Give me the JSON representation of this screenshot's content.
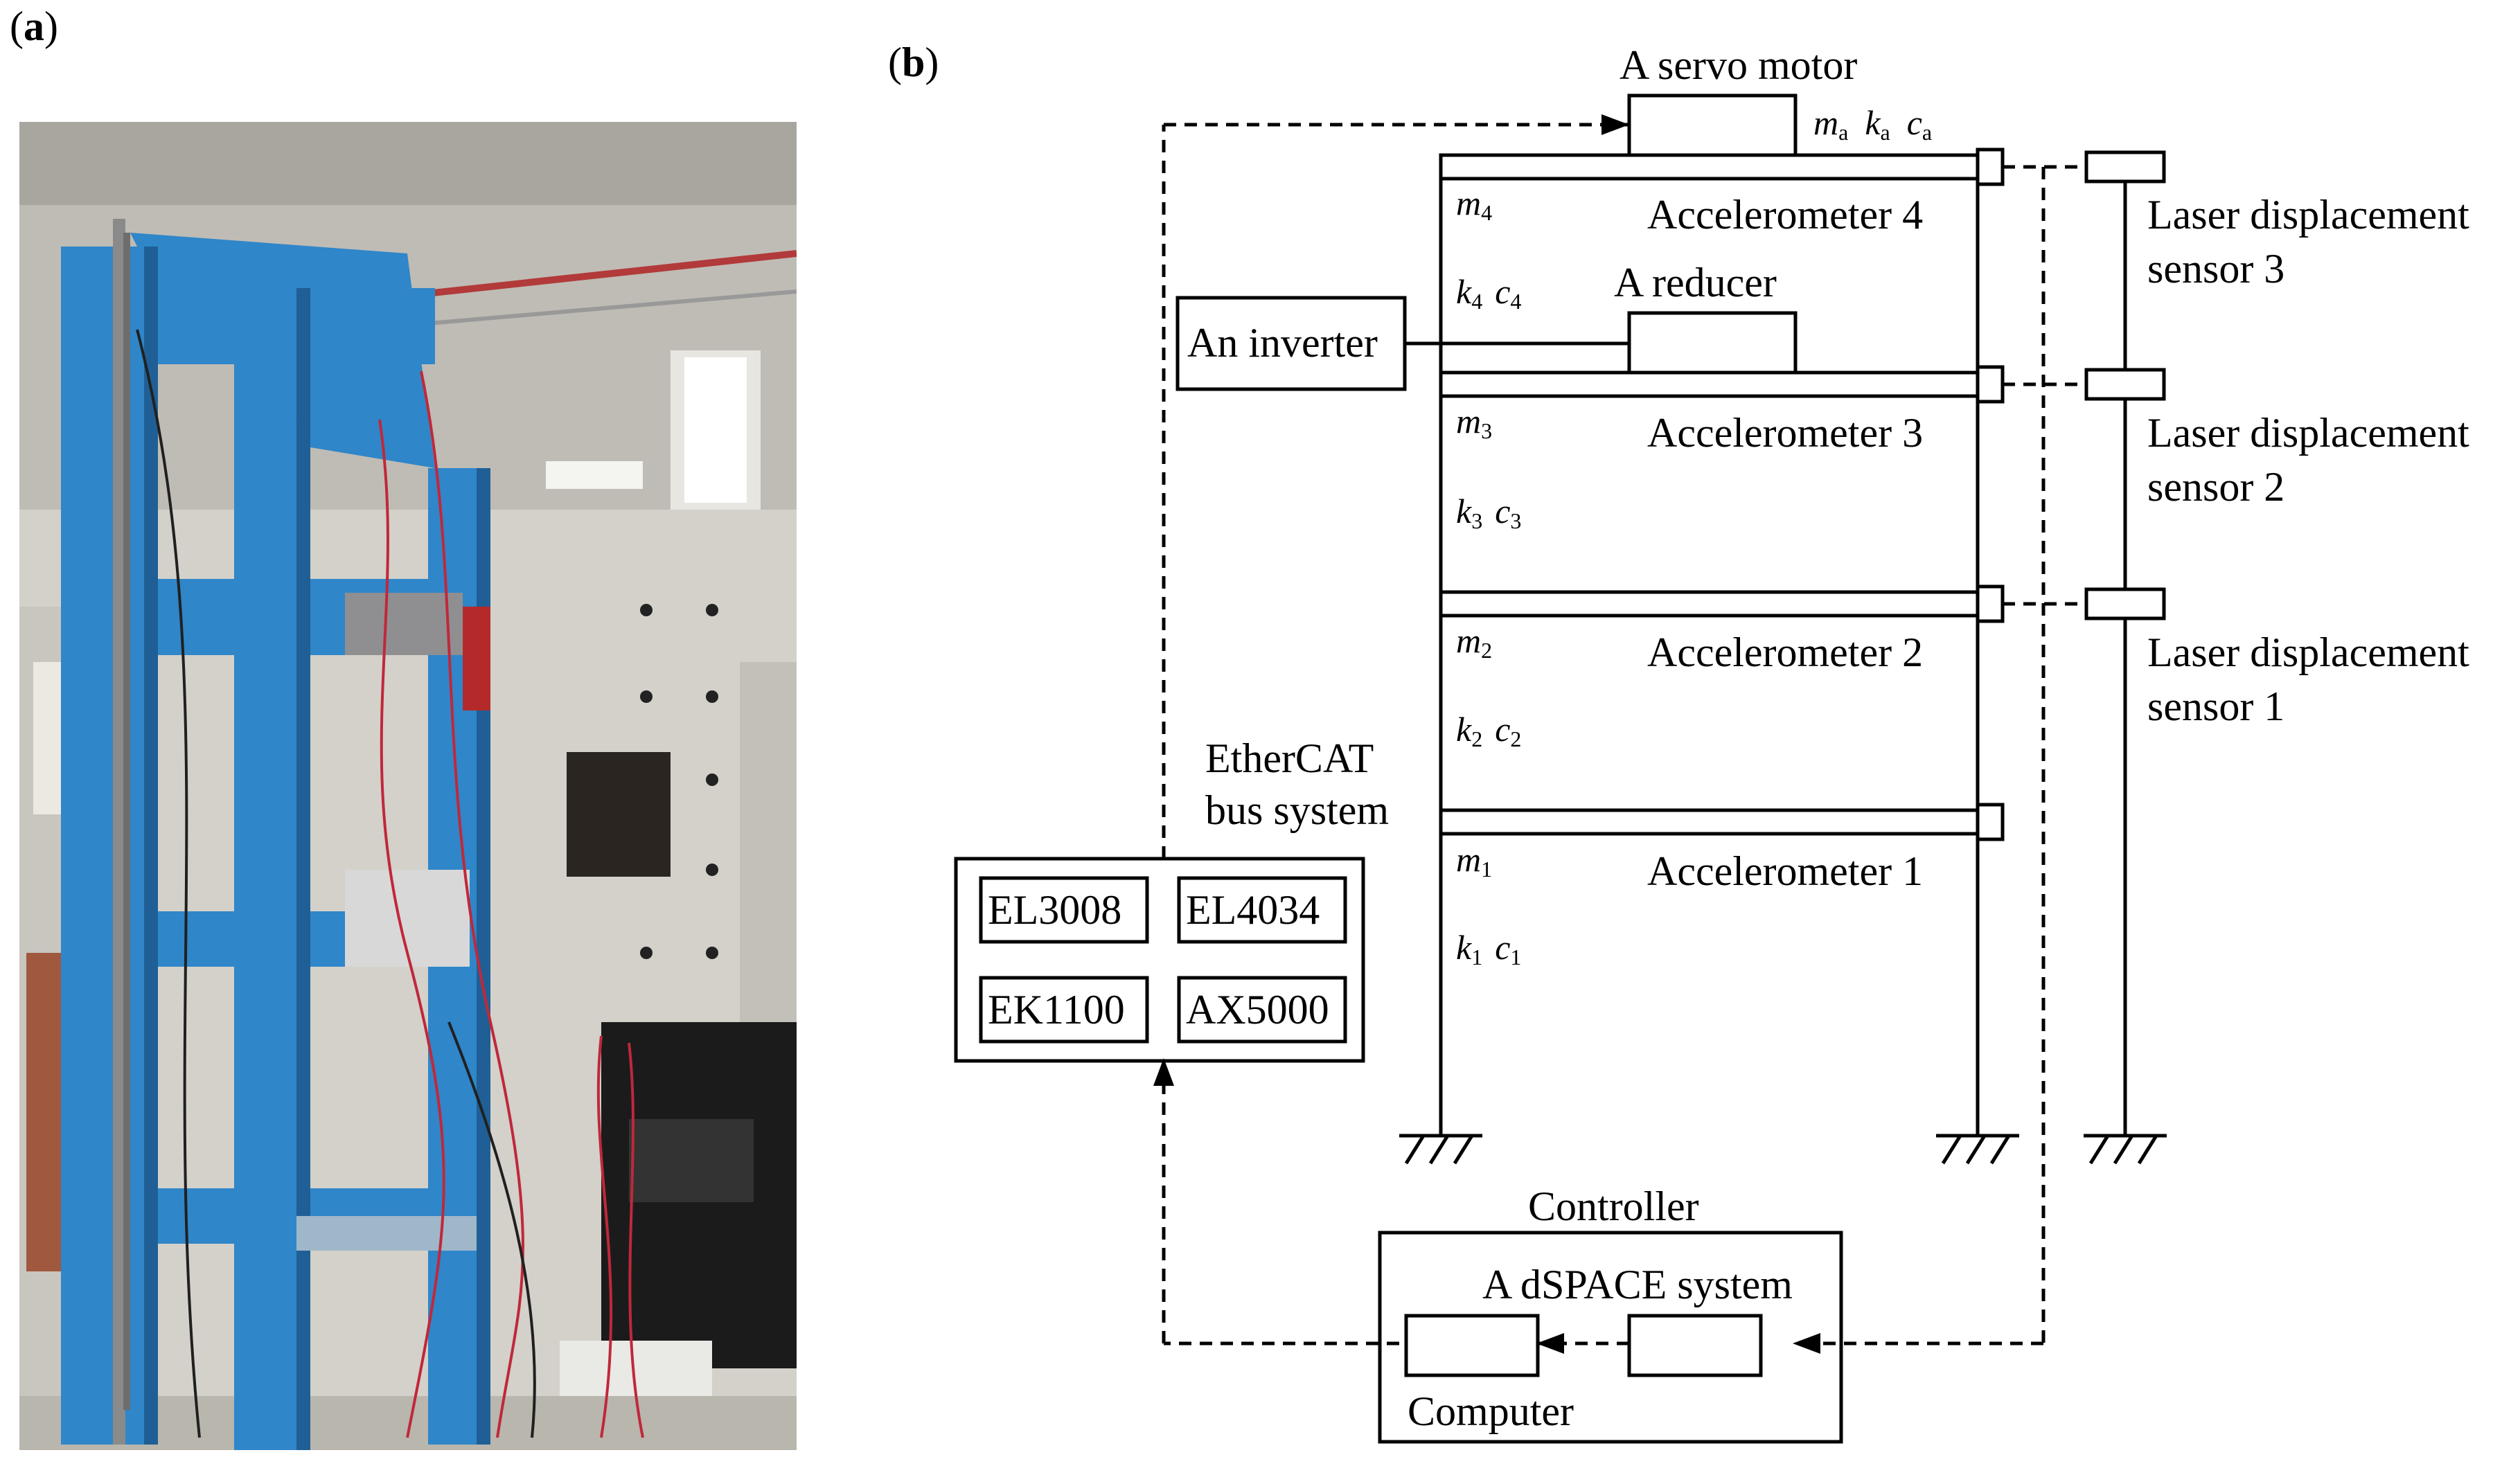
{
  "panels": {
    "a_label": "a",
    "b_label": "b"
  },
  "diagram": {
    "servo_motor": "A servo motor",
    "inverter": "An inverter",
    "reducer": "A reducer",
    "bus_system_line1": "EtherCAT",
    "bus_system_line2": "bus system",
    "modules": [
      "EL3008",
      "EL4034",
      "EK1100",
      "AX5000"
    ],
    "accelerometers": [
      "Accelerometer 4",
      "Accelerometer 3",
      "Accelerometer 2",
      "Accelerometer 1"
    ],
    "laser_sensors": [
      {
        "line1": "Laser displacement",
        "line2": "sensor 3"
      },
      {
        "line1": "Laser displacement",
        "line2": "sensor 2"
      },
      {
        "line1": "Laser displacement",
        "line2": "sensor 1"
      }
    ],
    "symbols": {
      "servo": {
        "m": "m",
        "m_sub": "a",
        "k": "k",
        "k_sub": "a",
        "c": "c",
        "c_sub": "a"
      },
      "masses": [
        {
          "m": "m",
          "sub": "4"
        },
        {
          "m": "m",
          "sub": "3"
        },
        {
          "m": "m",
          "sub": "2"
        },
        {
          "m": "m",
          "sub": "1"
        }
      ],
      "springs": [
        {
          "k": "k",
          "k_sub": "4",
          "c": "c",
          "c_sub": "4"
        },
        {
          "k": "k",
          "k_sub": "3",
          "c": "c",
          "c_sub": "3"
        },
        {
          "k": "k",
          "k_sub": "2",
          "c": "c",
          "c_sub": "2"
        },
        {
          "k": "k",
          "k_sub": "1",
          "c": "c",
          "c_sub": "1"
        }
      ]
    },
    "controller": "Controller",
    "dspace": "A dSPACE system",
    "computer": "Computer"
  },
  "colors": {
    "frame_blue": "#2f86c9",
    "frame_blue_dark": "#1f5f96",
    "wall": "#cfcdc6",
    "ceiling": "#bdbab3",
    "wire_red": "#c0283a"
  }
}
